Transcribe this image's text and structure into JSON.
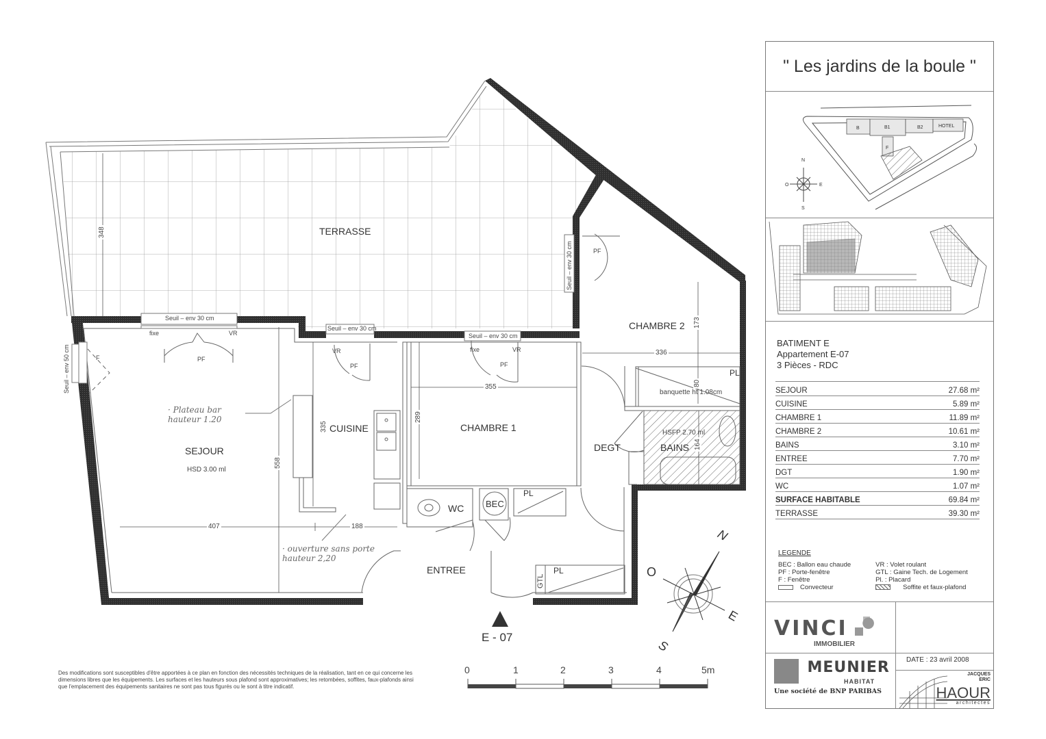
{
  "project": {
    "title": "\" Les jardins de la boule \"",
    "site_labels": [
      "B",
      "B1",
      "B2",
      "HOTEL",
      "F",
      "E"
    ],
    "compass_small": {
      "n": "N",
      "s": "S",
      "e": "E",
      "w": "O"
    }
  },
  "apartment": {
    "building": "BATIMENT E",
    "unit": "Appartement E-07",
    "type": "3 Pièces - RDC",
    "unit_marker": "E - 07"
  },
  "areas": [
    {
      "room": "SEJOUR",
      "area": "27.68 m²"
    },
    {
      "room": "CUISINE",
      "area": "5.89 m²"
    },
    {
      "room": "CHAMBRE 1",
      "area": "11.89 m²"
    },
    {
      "room": "CHAMBRE 2",
      "area": "10.61 m²"
    },
    {
      "room": "BAINS",
      "area": "3.10 m²"
    },
    {
      "room": "ENTREE",
      "area": "7.70 m²"
    },
    {
      "room": "DGT",
      "area": "1.90 m²"
    },
    {
      "room": "WC",
      "area": "1.07 m²"
    },
    {
      "room": "SURFACE HABITABLE",
      "area": "69.84 m²",
      "bold": true
    },
    {
      "room": "TERRASSE",
      "area": "39.30 m²"
    }
  ],
  "legend": {
    "title": "LEGENDE",
    "left": [
      "BEC : Ballon eau chaude",
      "PF : Porte-fenêtre",
      "F : Fenêtre",
      "Convecteur"
    ],
    "right": [
      "VR : Volet roulant",
      "GTL : Gaine Tech. de Logement",
      "Pl. : Placard",
      "Soffite et faux-plafond"
    ]
  },
  "logos": {
    "vinci": "VINCI",
    "vinci_sub": "IMMOBILIER",
    "meunier": "MEUNIER",
    "meunier_sub": "HABITAT",
    "meunier_tag": "Une société de BNP PARIBAS",
    "architect_top": "JACQUES",
    "architect_mid": "ERIC",
    "architect": "HAOUR",
    "architect_sub": "architectes"
  },
  "date": "DATE :  23 avril 2008",
  "plan": {
    "rooms": {
      "terrasse": "TERRASSE",
      "sejour": "SEJOUR",
      "sejour_hsd": "HSD 3.00 ml",
      "cuisine": "CUISINE",
      "chambre1": "CHAMBRE 1",
      "chambre2": "CHAMBRE 2",
      "degt": "DEGT",
      "bains": "BAINS",
      "bains_hsfp": "HSFP 2.70 ml",
      "wc": "WC",
      "bec": "BEC",
      "entree": "ENTREE",
      "pl": "PL",
      "gtl": "GTL",
      "banquette": "banquette ht 1.08cm"
    },
    "dimensions": {
      "terrasse_depth": "348",
      "sejour_width": "407",
      "sejour_depth": "558",
      "cuisine_depth": "335",
      "cuisine_width": "188",
      "chambre1_width": "355",
      "chambre1_depth": "289",
      "chambre2_width": "336",
      "chambre2_depth": "173",
      "banquette_depth": "80",
      "bains_dim": "164"
    },
    "openings": {
      "seuil30": "Seuil – env 30 cm",
      "seuil50": "Seuil – env 50 cm",
      "fixe": "fixe",
      "vr": "VR",
      "pf": "PF",
      "f": "F"
    },
    "handwritten": {
      "bar": [
        "· Plateau bar",
        "hauteur 1.20"
      ],
      "opening": [
        "· ouverture sans porte",
        "hauteur 2,20"
      ]
    }
  },
  "compass": {
    "n": "N",
    "s": "S",
    "e": "E",
    "w": "O"
  },
  "scale": {
    "ticks": [
      "0",
      "1",
      "2",
      "3",
      "4",
      "5m"
    ]
  },
  "disclaimer": "Des modifications sont susceptibles d'être apportées à ce plan en fonction des nécessités techniques de la réalisation, tant en ce qui concerne les dimensions libres que les équipements. Les surfaces et les hauteurs sous plafond sont approximatives; les retombées, soffites, faux-plafonds ainsi que l'emplacement des équipements sanitaires ne sont pas tous figurés ou le sont à titre indicatif."
}
